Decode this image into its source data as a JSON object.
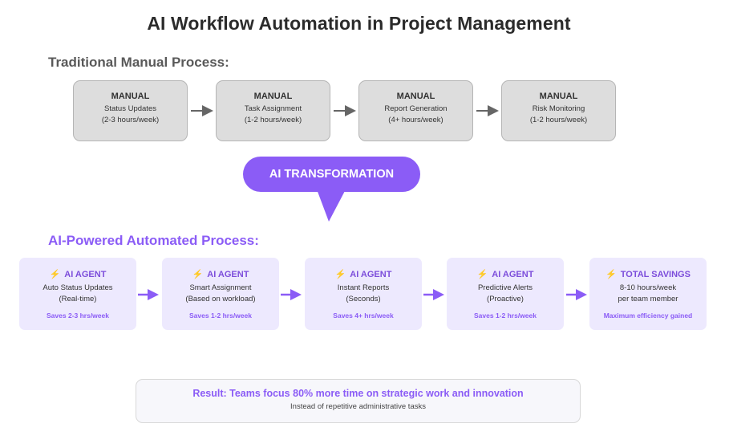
{
  "title": "AI Workflow Automation in Project Management",
  "traditional": {
    "heading": "Traditional Manual Process:",
    "steps": [
      {
        "tag": "MANUAL",
        "name": "Status Updates",
        "time": "(2-3 hours/week)"
      },
      {
        "tag": "MANUAL",
        "name": "Task Assignment",
        "time": "(1-2 hours/week)"
      },
      {
        "tag": "MANUAL",
        "name": "Report Generation",
        "time": "(4+ hours/week)"
      },
      {
        "tag": "MANUAL",
        "name": "Risk Monitoring",
        "time": "(1-2 hours/week)"
      }
    ]
  },
  "transformation": {
    "label": "AI TRANSFORMATION"
  },
  "automated": {
    "heading": "AI-Powered Automated Process:",
    "bolt": "⚡",
    "steps": [
      {
        "tag": "AI AGENT",
        "name": "Auto Status Updates",
        "detail": "(Real-time)",
        "saving": "Saves 2-3 hrs/week"
      },
      {
        "tag": "AI AGENT",
        "name": "Smart Assignment",
        "detail": "(Based on workload)",
        "saving": "Saves 1-2 hrs/week"
      },
      {
        "tag": "AI AGENT",
        "name": "Instant Reports",
        "detail": "(Seconds)",
        "saving": "Saves 4+ hrs/week"
      },
      {
        "tag": "AI AGENT",
        "name": "Predictive Alerts",
        "detail": "(Proactive)",
        "saving": "Saves 1-2 hrs/week"
      },
      {
        "tag": "TOTAL SAVINGS",
        "name": "8-10 hours/week",
        "detail": "per team member",
        "saving": "Maximum efficiency gained"
      }
    ]
  },
  "result": {
    "main": "Result: Teams focus 80% more time on strategic work and innovation",
    "sub": "Instead of repetitive administrative tasks"
  },
  "colors": {
    "accent": "#8b5cf6",
    "manual_box": "#dddddd",
    "ai_box": "#ede9fe",
    "bolt": "#f26a3c"
  }
}
